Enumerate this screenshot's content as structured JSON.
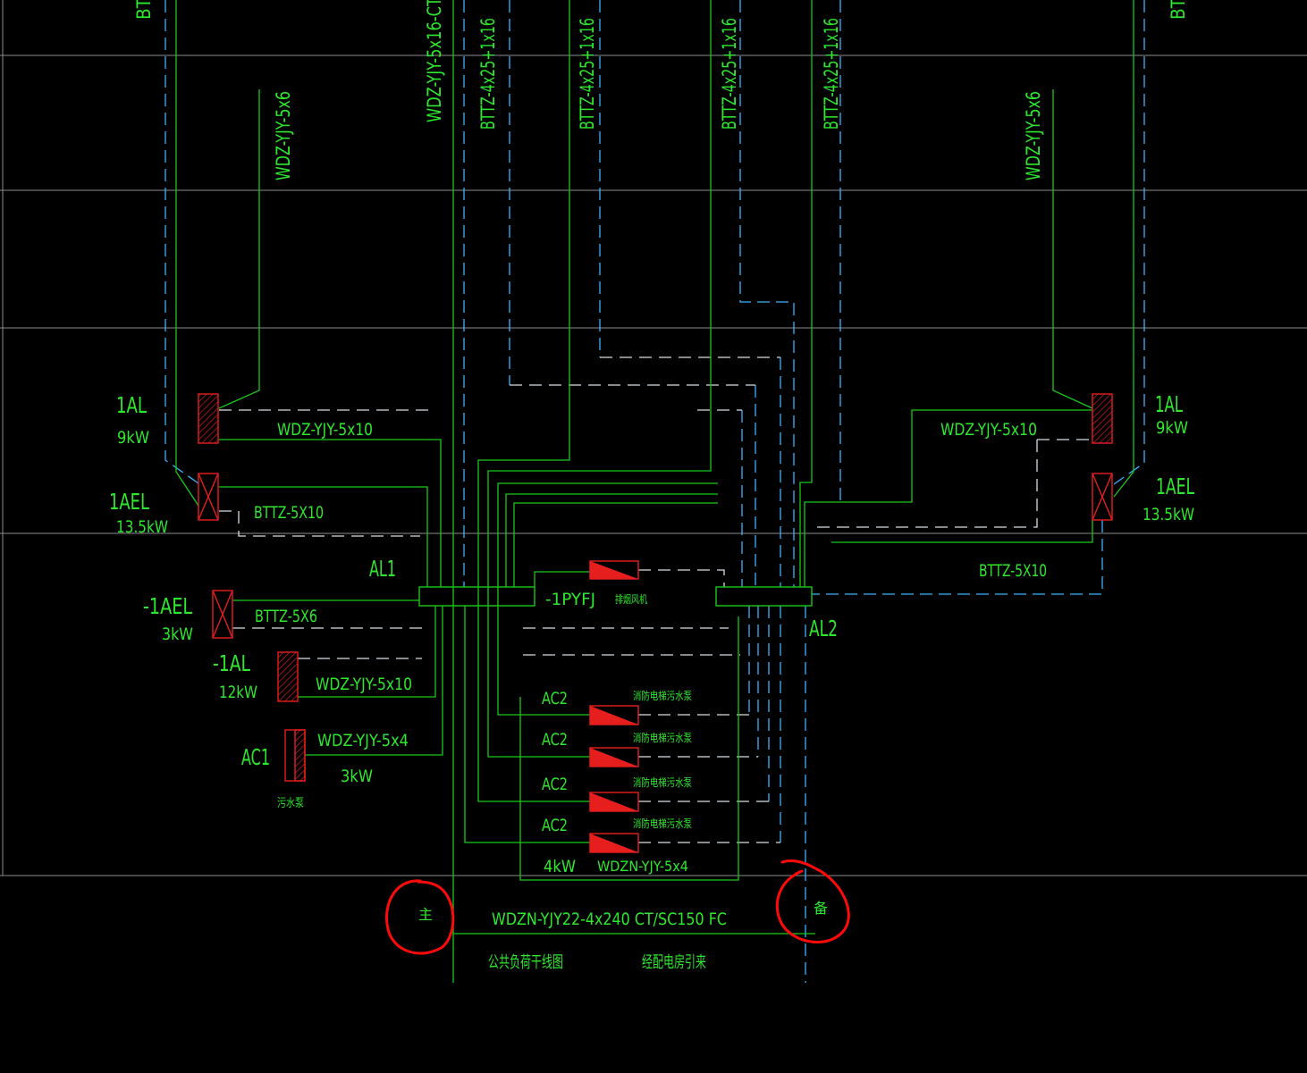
{
  "colors": {
    "background": "#000000",
    "wire_green": "#19c819",
    "wire_cyan": "#3cb4ff",
    "wire_dash_white": "#d6dee6",
    "equipment_red": "#e61e1e",
    "label_green": "#2ee82e",
    "grid_gray": "#8c8c8c",
    "markup_red": "#ff0a0a"
  },
  "risers": {
    "bt_left": "BT",
    "left_feeder": "WDZ-YJY-5x6",
    "main_trunk": "WDZ-YJY-5x16-CT",
    "busway_a": "BTTZ-4x25+1x16",
    "busway_b": "BTTZ-4x25+1x16",
    "busway_c": "BTTZ-4x25+1x16",
    "busway_d": "BTTZ-4x25+1x16",
    "right_feeder": "WDZ-YJY-5x6",
    "bt_right": "BT"
  },
  "left_panels": {
    "f1_lighting": {
      "name": "1AL",
      "power": "9kW",
      "cable": "WDZ-YJY-5x10"
    },
    "f1_emergency": {
      "name": "1AEL",
      "power": "13.5kW",
      "cable": "BTTZ-5X10"
    },
    "b1_emergency": {
      "name": "-1AEL",
      "power": "3kW",
      "cable": "BTTZ-5X6"
    },
    "b1_lighting": {
      "name": "-1AL",
      "power": "12kW",
      "cable": "WDZ-YJY-5x10"
    },
    "sewage_pump": {
      "name": "AC1",
      "power": "3kW",
      "cable": "WDZ-YJY-5x4",
      "device": "污水泵"
    }
  },
  "buses": {
    "al1": "AL1",
    "al2": "AL2"
  },
  "smoke_fan": {
    "name": "-1PYFJ",
    "device": "排烟风机"
  },
  "fire_pumps": [
    {
      "name": "AC2",
      "device": "消防电梯污水泵"
    },
    {
      "name": "AC2",
      "device": "消防电梯污水泵"
    },
    {
      "name": "AC2",
      "device": "消防电梯污水泵"
    },
    {
      "name": "AC2",
      "device": "消防电梯污水泵"
    }
  ],
  "fire_pump_rating": {
    "power": "4kW",
    "cable": "WDZN-YJY-5x4"
  },
  "right_panels": {
    "f1_lighting": {
      "name": "1AL",
      "power": "9kW",
      "cable": "WDZ-YJY-5x10"
    },
    "f1_emergency": {
      "name": "1AEL",
      "power": "13.5kW",
      "cable": "BTTZ-5X10"
    }
  },
  "incoming": {
    "main": "主",
    "backup": "备",
    "cable": "WDZN-YJY22-4x240 CT/SC150 FC",
    "caption": "公共负荷干线图",
    "source": "经配电房引来"
  }
}
